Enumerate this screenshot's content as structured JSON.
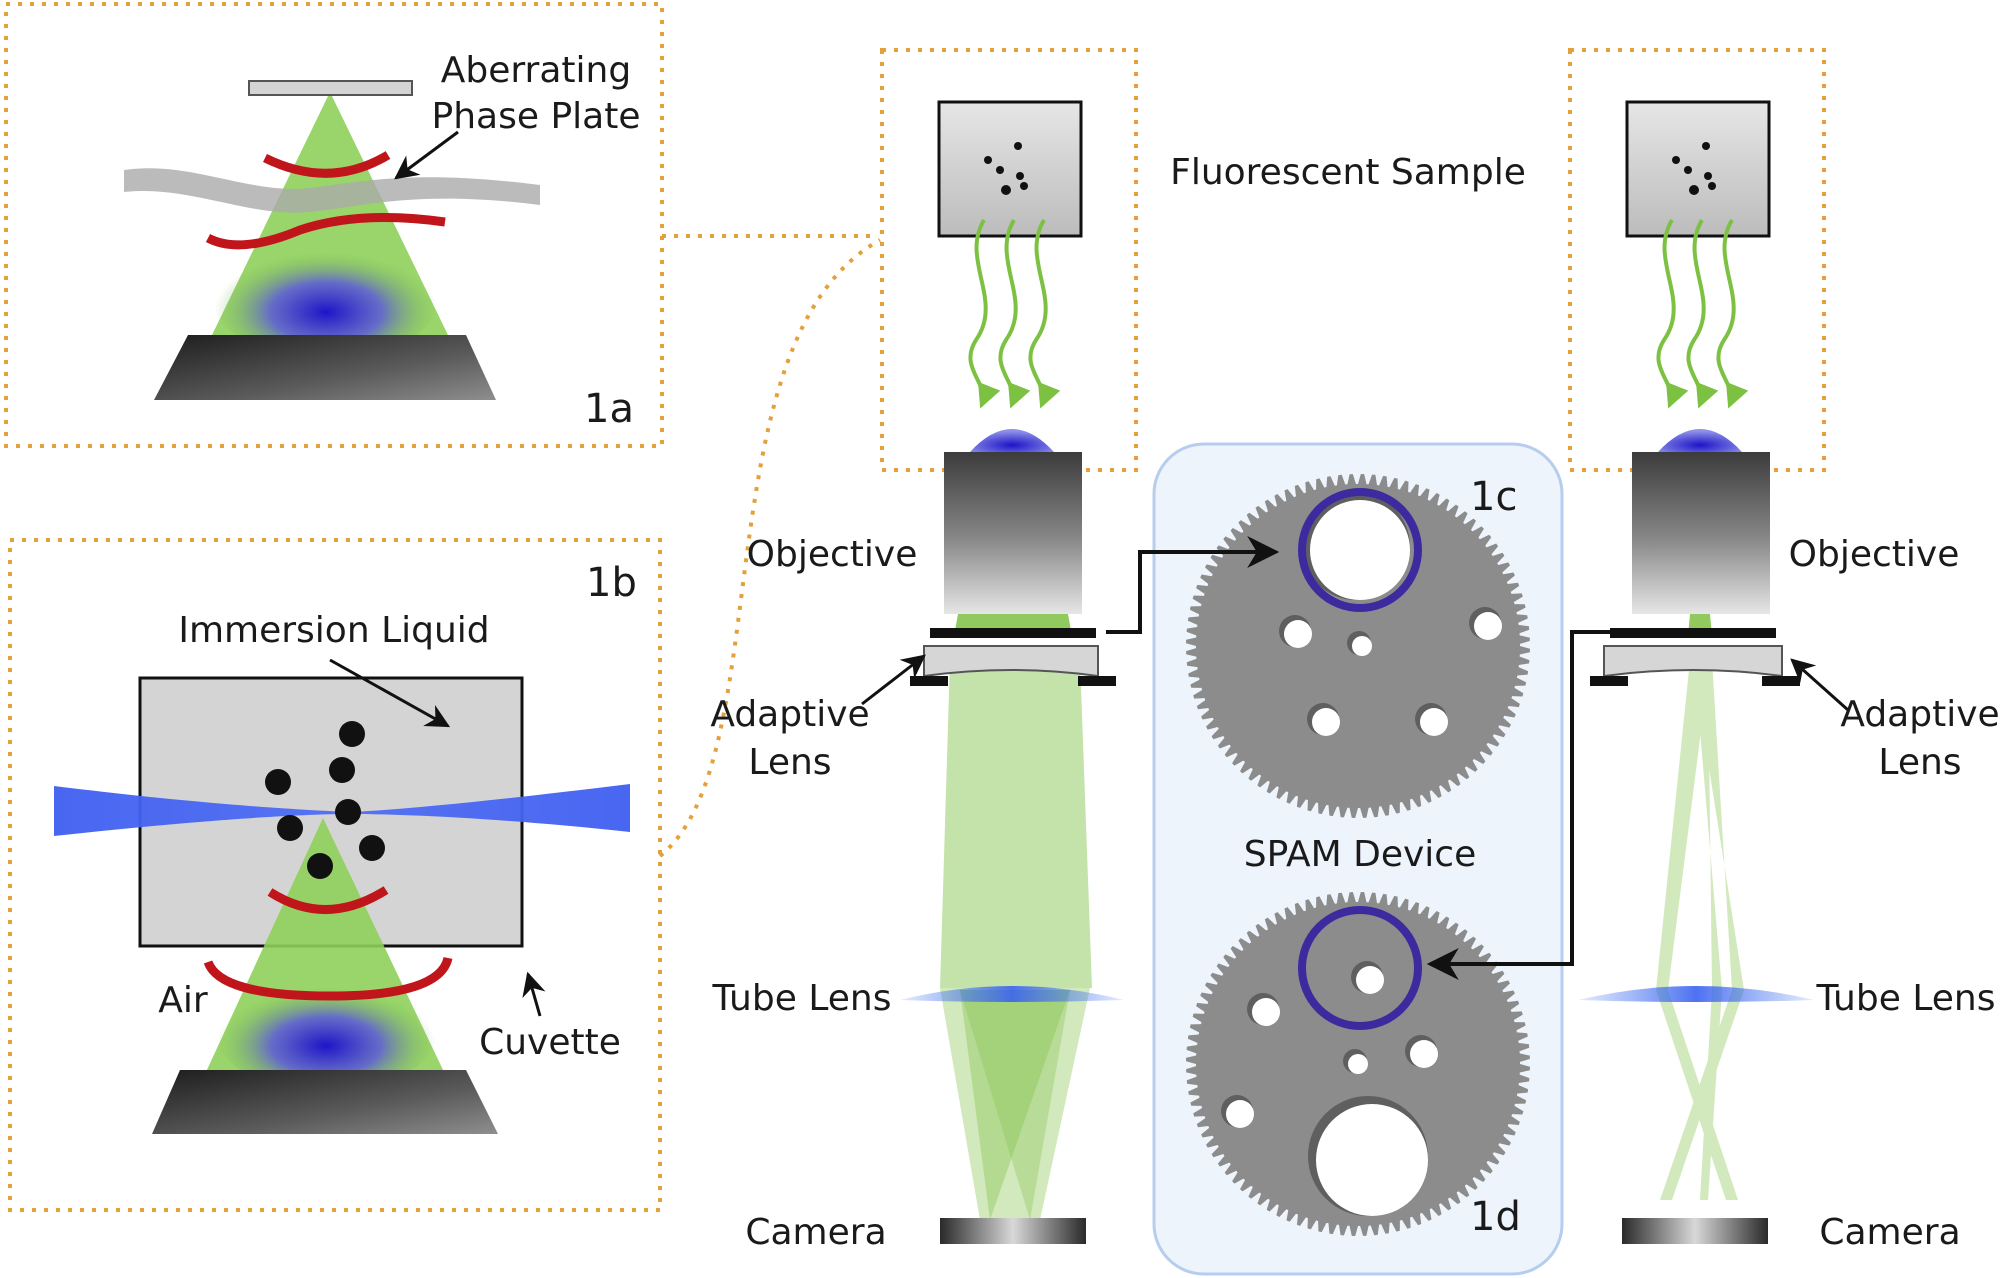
{
  "panels": {
    "a": {
      "tag": "1a",
      "aberrating_line1": "Aberrating",
      "aberrating_line2": "Phase Plate"
    },
    "b": {
      "tag": "1b",
      "immersion_liquid": "Immersion Liquid",
      "air": "Air",
      "cuvette": "Cuvette"
    },
    "c": {
      "tag": "1c"
    },
    "d": {
      "tag": "1d"
    }
  },
  "labels": {
    "fluorescent_sample": "Fluorescent Sample",
    "objective_left": "Objective",
    "objective_right": "Objective",
    "adaptive_left_1": "Adaptive",
    "adaptive_left_2": "Lens",
    "adaptive_right_1": "Adaptive",
    "adaptive_right_2": "Lens",
    "tube_lens_left": "Tube Lens",
    "tube_lens_right": "Tube Lens",
    "camera_left": "Camera",
    "camera_right": "Camera",
    "spam_device": "SPAM Device"
  },
  "colors": {
    "dotted_border": "#e3a03c",
    "green_beam": "#7dc142",
    "blue_focus": "#2b2bd0",
    "aberration_red": "#c0161b",
    "spam_panel_bg": "#eef4fc",
    "spam_panel_border": "#b7cdee",
    "gear_gray": "#8c8c8c",
    "ring_purple": "#3d2a9e",
    "light_sheet_blue": "#4d6ef2"
  }
}
